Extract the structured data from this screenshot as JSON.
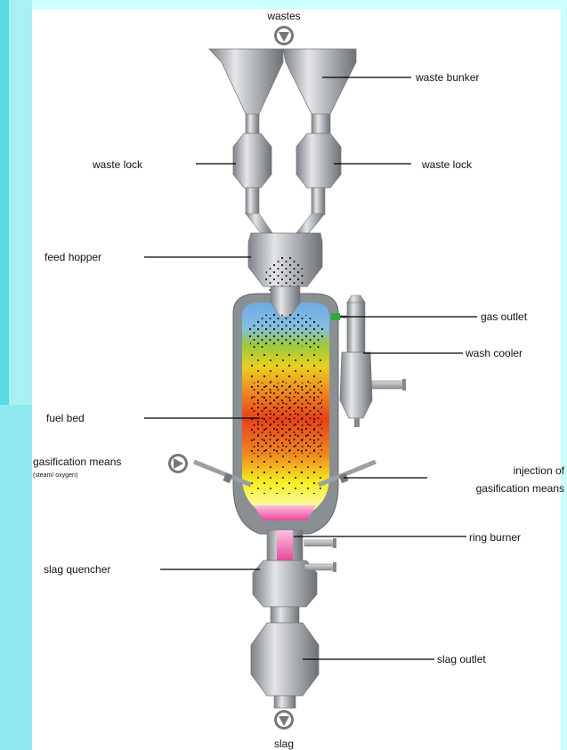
{
  "labels": {
    "wastes": "wastes",
    "waste_bunker": "waste bunker",
    "waste_lock_left": "waste lock",
    "waste_lock_right": "waste lock",
    "feed_hopper": "feed hopper",
    "gas_outlet": "gas outlet",
    "wash_cooler": "wash cooler",
    "fuel_bed": "fuel bed",
    "gasification_means": "gasification means",
    "gasification_means_sub": "(steam/ oxygen)",
    "injection_of": "injection of",
    "gasification_means_right": "gasification means",
    "ring_burner": "ring burner",
    "slag_quencher": "slag quencher",
    "slag_outlet": "slag outlet",
    "slag": "slag"
  },
  "colors": {
    "background": "#ccffff",
    "steel": "#a9adb2",
    "bed_top": "#6fa9e6",
    "bed_mid": "#f0a020",
    "bed_hot": "#e8401a",
    "bed_bottom": "#f5f020",
    "burner": "#e64a9a",
    "gas_outlet": "#2eaa3a"
  }
}
